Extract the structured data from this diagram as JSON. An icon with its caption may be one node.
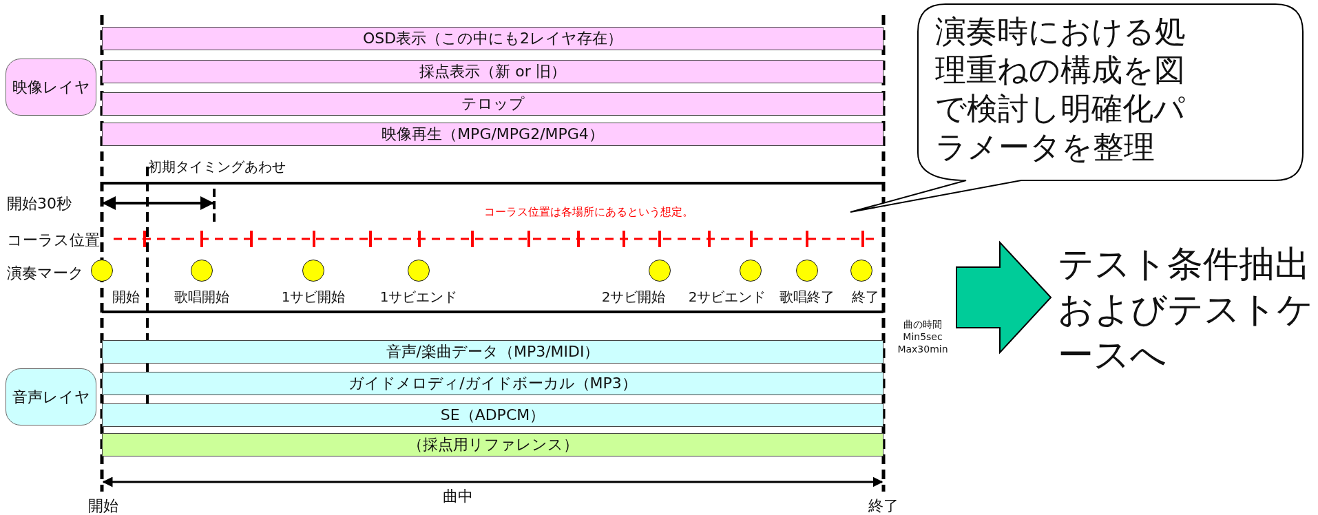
{
  "diagram": {
    "nodes": [
      {
        "text": [
          "映像レイヤ"
        ]
      },
      {
        "text": [
          "OSD表示（この中にも2レイヤ存在）"
        ]
      },
      {
        "text": [
          "採点表示（新 or 旧）"
        ]
      },
      {
        "text": [
          "テロップ"
        ]
      },
      {
        "text": [
          "映像再生（MPG/MPG2/MPG4）"
        ]
      },
      {
        "text": [
          "演奏時における処理重ねの構成を図で検討し明確化パラメータを整理"
        ]
      },
      {
        "text": [],
        "shape": "circle",
        "beside": [
          "開始"
        ]
      },
      {
        "text": [],
        "shape": "circle",
        "beside": [
          "歌唱開始"
        ]
      },
      {
        "text": [],
        "shape": "circle",
        "beside": [
          "1サビ開始"
        ]
      },
      {
        "text": [],
        "shape": "circle",
        "beside": [
          "1サビエンド"
        ]
      },
      {
        "text": [],
        "shape": "circle",
        "beside": [
          "2サビ開始"
        ]
      },
      {
        "text": [],
        "shape": "circle",
        "beside": [
          "2サビエンド"
        ]
      },
      {
        "text": [],
        "shape": "circle",
        "beside": [
          "歌唱終了"
        ]
      },
      {
        "text": [],
        "shape": "circle",
        "beside": [
          "終了"
        ]
      },
      {
        "text": [
          "テスト条件抽出およびテストケースへ"
        ]
      },
      {
        "text": [
          "音声レイヤ"
        ]
      },
      {
        "text": [
          "音声/楽曲データ（MP3/MIDI）"
        ]
      },
      {
        "text": [
          "ガイドメロディ/ガイドボーカル（MP3）"
        ]
      },
      {
        "text": [
          "SE（ADPCM）"
        ]
      },
      {
        "text": [
          "（採点用リファレンス）"
        ]
      }
    ],
    "edges": [
      {
        "from": null,
        "to": 14,
        "arrow": "to"
      }
    ],
    "labels": [
      "初期タイミングあわせ",
      "開始30秒",
      "コーラス位置は各場所にあるという想定。",
      "コーラス位置",
      "演奏マーク",
      "曲の時間 Min5sec Max30min",
      "曲中",
      "開始",
      "終了"
    ]
  }
}
